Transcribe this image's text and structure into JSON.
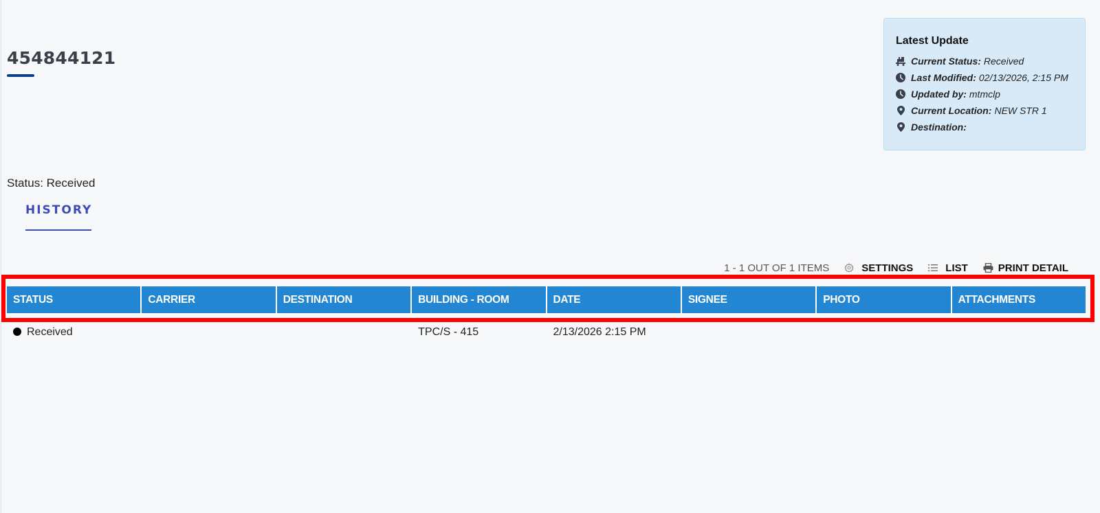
{
  "header": {
    "tracking_number": "454844121",
    "accent_color": "#0d3f8c"
  },
  "latest_update": {
    "title": "Latest Update",
    "rows": [
      {
        "icon": "dolly-icon",
        "label": "Current Status:",
        "value": "Received"
      },
      {
        "icon": "clock-icon",
        "label": "Last Modified:",
        "value": "02/13/2026, 2:15 PM"
      },
      {
        "icon": "clock-icon",
        "label": "Updated by:",
        "value": "mtmclp"
      },
      {
        "icon": "map-pin-icon",
        "label": "Current Location:",
        "value": "NEW STR 1"
      },
      {
        "icon": "map-pin-icon",
        "label": "Destination:",
        "value": ""
      }
    ],
    "background": "#d8eaf8"
  },
  "status_line": "Status: Received",
  "tabs": [
    {
      "label": "HISTORY",
      "active": true
    }
  ],
  "toolbar": {
    "count_text": "1 - 1 OUT OF 1 ITEMS",
    "settings_label": "SETTINGS",
    "list_label": "LIST",
    "print_label": "PRINT DETAIL"
  },
  "table": {
    "header_color": "#2386d2",
    "columns": [
      "STATUS",
      "CARRIER",
      "DESTINATION",
      "BUILDING - ROOM",
      "DATE",
      "SIGNEE",
      "PHOTO",
      "ATTACHMENTS"
    ],
    "rows": [
      {
        "status": "Received",
        "carrier": "",
        "destination": "",
        "building_room": "TPC/S - 415",
        "date": "2/13/2026 2:15 PM",
        "signee": "",
        "photo": "",
        "attachments": ""
      }
    ]
  },
  "highlight_color": "#ff0000"
}
